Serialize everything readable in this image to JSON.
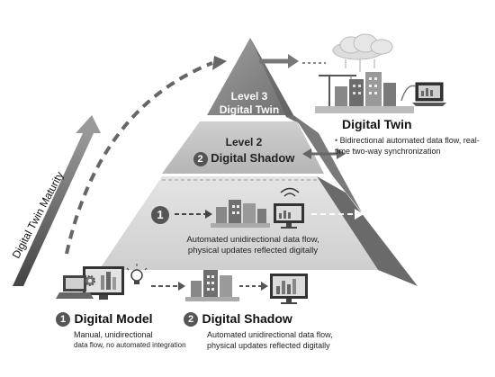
{
  "maturity_label": "Digital Twin Maturity",
  "pyramid": {
    "level3": {
      "line1": "Level 3",
      "line2": "Digital Twin"
    },
    "level2": {
      "line1": "Level 2",
      "badge": "2",
      "line2": "Digital Shadow"
    },
    "level1": {
      "badge": "1",
      "text": "Automated unidirectional data flow, physical updates reflected digitally"
    }
  },
  "digital_twin": {
    "title": "Digital Twin",
    "bullet": "Bidirectional automated data flow, real-time two-way synchronization"
  },
  "bottom": {
    "model": {
      "badge": "1",
      "title": "Digital Model",
      "desc_line1": "Manual, unidirectional",
      "desc_line2": "data flow, no automated integration"
    },
    "shadow": {
      "badge": "2",
      "title": "Digital Shadow",
      "desc_line1": "Automated unidirectional data flow,",
      "desc_line2": "physical updates reflected digitally"
    }
  },
  "colors": {
    "level3": "#8a8a8a",
    "level2": "#bdbdbd",
    "level1": "#d6d6d6",
    "accent": "#555555"
  },
  "icons": [
    "cloud-icon",
    "crane-icon",
    "building-icon",
    "laptop-icon",
    "monitor-icon",
    "wifi-icon",
    "lightbulb-icon",
    "gear-icon"
  ]
}
